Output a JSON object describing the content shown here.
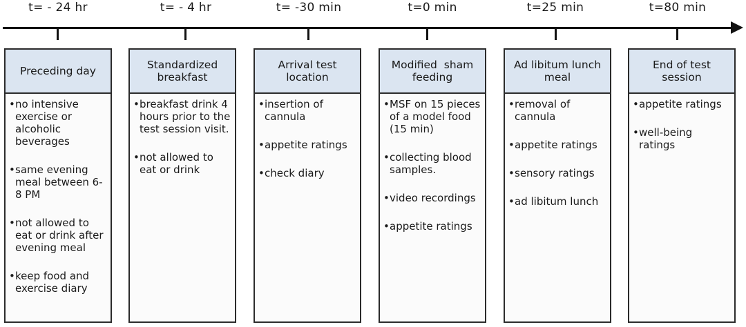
{
  "timeline": {
    "labels": [
      "t= - 24 hr",
      "t= - 4 hr",
      "t= -30 min",
      "t=0 min",
      "t=25 min",
      "t=80 min"
    ]
  },
  "stages": [
    {
      "title": "Preceding day",
      "items": [
        "no intensive exercise or alcoholic beverages",
        "same evening meal between 6-8 PM",
        "not allowed to eat or drink after evening meal",
        "keep food and exercise diary"
      ]
    },
    {
      "title": "Standardized breakfast",
      "items": [
        "breakfast drink 4 hours prior to the test session visit.",
        "not allowed to eat or drink"
      ]
    },
    {
      "title": "Arrival test location",
      "items": [
        "insertion of cannula",
        "appetite ratings",
        "check diary"
      ]
    },
    {
      "title": "Modified  sham feeding",
      "items": [
        "MSF on 15 pieces of a model food (15 min)",
        "collecting blood samples.",
        "video recordings",
        "appetite ratings"
      ]
    },
    {
      "title": "Ad libitum lunch meal",
      "items": [
        "removal of cannula",
        "appetite ratings",
        "sensory ratings",
        "ad libitum lunch"
      ]
    },
    {
      "title": "End of test session",
      "items": [
        "appetite ratings",
        "well-being ratings"
      ]
    }
  ]
}
